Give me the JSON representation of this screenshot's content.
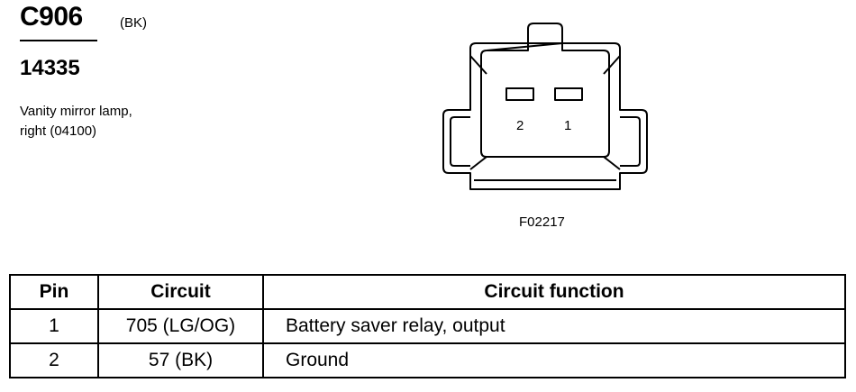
{
  "connector": {
    "id": "C906",
    "color": "(BK)",
    "part_number": "14335",
    "description_line1": "Vanity mirror lamp,",
    "description_line2": "right (04100)"
  },
  "figure": {
    "pin_labels": [
      "2",
      "1"
    ],
    "id": "F02217"
  },
  "table": {
    "headers": {
      "pin": "Pin",
      "circuit": "Circuit",
      "function": "Circuit function"
    },
    "rows": [
      {
        "pin": "1",
        "circuit": "705 (LG/OG)",
        "function": "Battery saver relay, output"
      },
      {
        "pin": "2",
        "circuit": "57 (BK)",
        "function": "Ground"
      }
    ]
  }
}
